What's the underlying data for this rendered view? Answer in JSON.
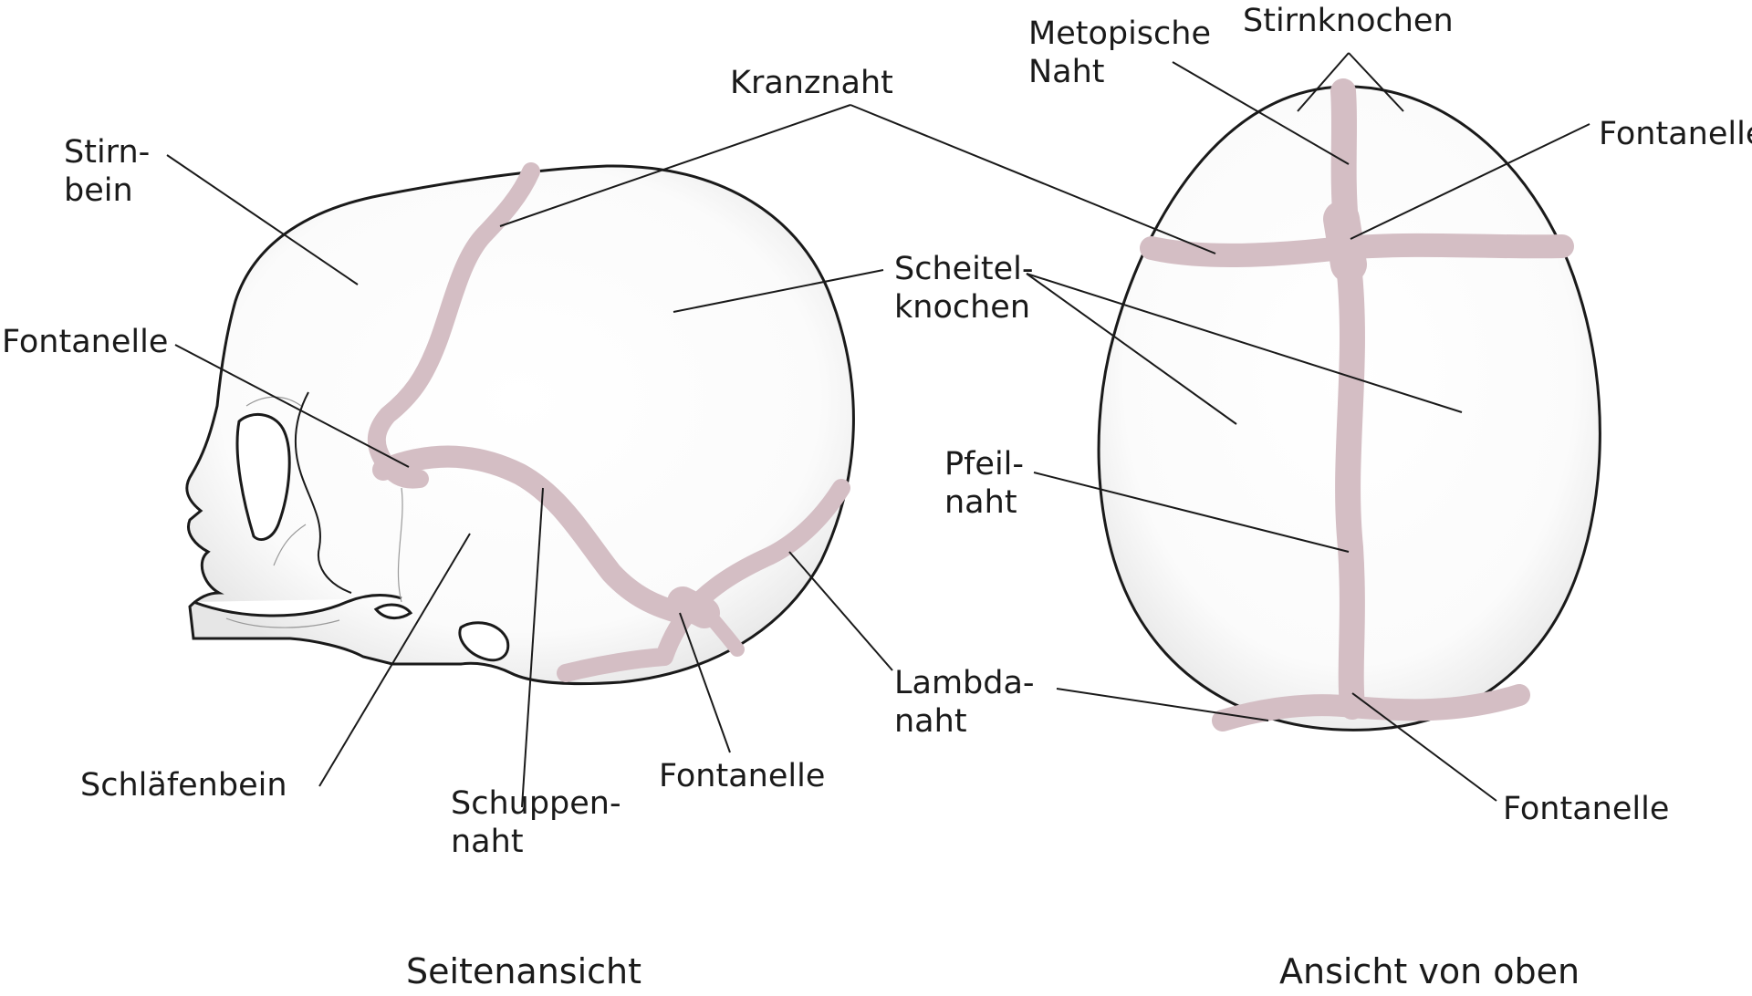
{
  "labels": {
    "kranznaht": "Kranznaht",
    "stirnbein": [
      "Stirn-",
      "bein"
    ],
    "fontanelle_side_front": "Fontanelle",
    "scheitelknochen": [
      "Scheitel-",
      "knochen"
    ],
    "pfeilnaht": [
      "Pfeil-",
      "naht"
    ],
    "lambdanaht": [
      "Lambda-",
      "naht"
    ],
    "schlaefenbein": "Schläfenbein",
    "schuppennaht": [
      "Schuppen-",
      "naht"
    ],
    "fontanelle_side_back": "Fontanelle",
    "metopische_naht": [
      "Metopische",
      "Naht"
    ],
    "stirnknochen": "Stirnknochen",
    "fontanelle_top_front": "Fontanelle",
    "fontanelle_top_back": "Fontanelle"
  },
  "captions": {
    "side_view": "Seitenansicht",
    "top_view": "Ansicht von oben"
  },
  "colors": {
    "outline": "#1a1a1a",
    "suture": "#d4bec4",
    "bone": "#f0f0f0",
    "background": "#ffffff"
  }
}
